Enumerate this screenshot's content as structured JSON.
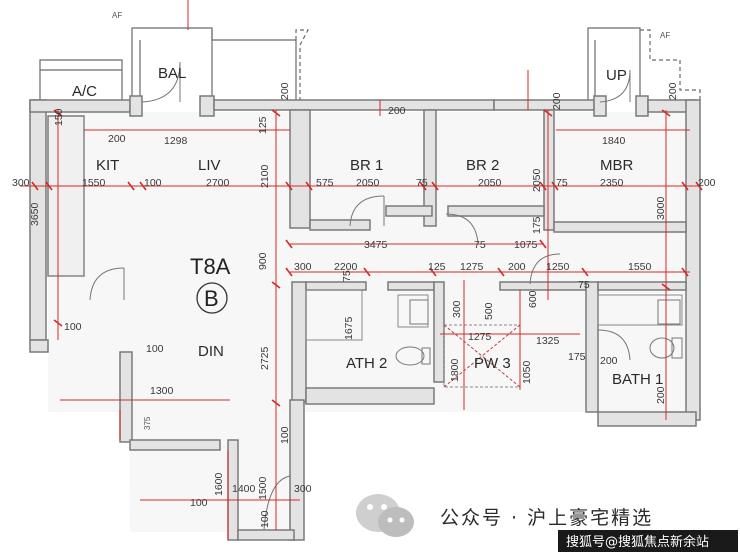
{
  "floorplan": {
    "unit_name": "T8A",
    "unit_type": "B",
    "rooms": {
      "bal": "BAL",
      "ac": "A/C",
      "kit": "KIT",
      "liv": "LIV",
      "br1": "BR 1",
      "br2": "BR 2",
      "mbr": "MBR",
      "up": "UP",
      "din": "DIN",
      "bath2": "ATH 2",
      "pw3": "PW 3",
      "bath1": "BATH 1"
    },
    "top_notes": {
      "af_left": "AF",
      "af_right": "AF"
    },
    "dimensions": {
      "d150": "150",
      "d200a": "200",
      "d1298": "1298",
      "d125a": "125",
      "d200b": "200",
      "d200c": "200",
      "d1840": "1840",
      "d200d": "200",
      "d200e": "200",
      "d300": "300",
      "d1550a": "1550",
      "d100a": "100",
      "d2700": "2700",
      "d2100": "2100",
      "d575": "575",
      "d2050a": "2050",
      "d75a": "75",
      "d2050b": "2050",
      "d2050c": "2050",
      "d75b": "75",
      "d2350": "2350",
      "d200f": "200",
      "d3650": "3650",
      "d3000": "3000",
      "d3475": "3475",
      "d75c": "75",
      "d1075": "1075",
      "d900": "900",
      "d175a": "175",
      "d300b": "300",
      "d2200": "2200",
      "d125b": "125",
      "d1275a": "1275",
      "d200g": "200",
      "d1250": "1250",
      "d1550b": "1550",
      "d75d": "75",
      "d75e": "75",
      "d600": "600",
      "d300c": "300",
      "d500": "500",
      "d1675": "1675",
      "d1275b": "1275",
      "d1325": "1325",
      "d100b": "100",
      "d100c": "100",
      "d2725": "2725",
      "d1800": "1800",
      "d1050": "1050",
      "d175b": "175",
      "d200h": "200",
      "d1300": "1300",
      "d375": "375",
      "d200i": "200",
      "d100d": "100",
      "d1600": "1600",
      "d1400": "1400",
      "d1500": "1500",
      "d300d": "300",
      "d100e": "100",
      "d100f": "100"
    }
  },
  "watermark": {
    "account_text": "公众号 · 沪上豪宅精选",
    "source_text": "搜狐号@搜狐焦点新余站"
  },
  "colors": {
    "wall": "#8c8c8c",
    "wall_fill": "#e8e8e8",
    "dim_line": "#d42828",
    "room_bg": "#f7f7f7",
    "wm_bar": "#1a1a1a"
  }
}
